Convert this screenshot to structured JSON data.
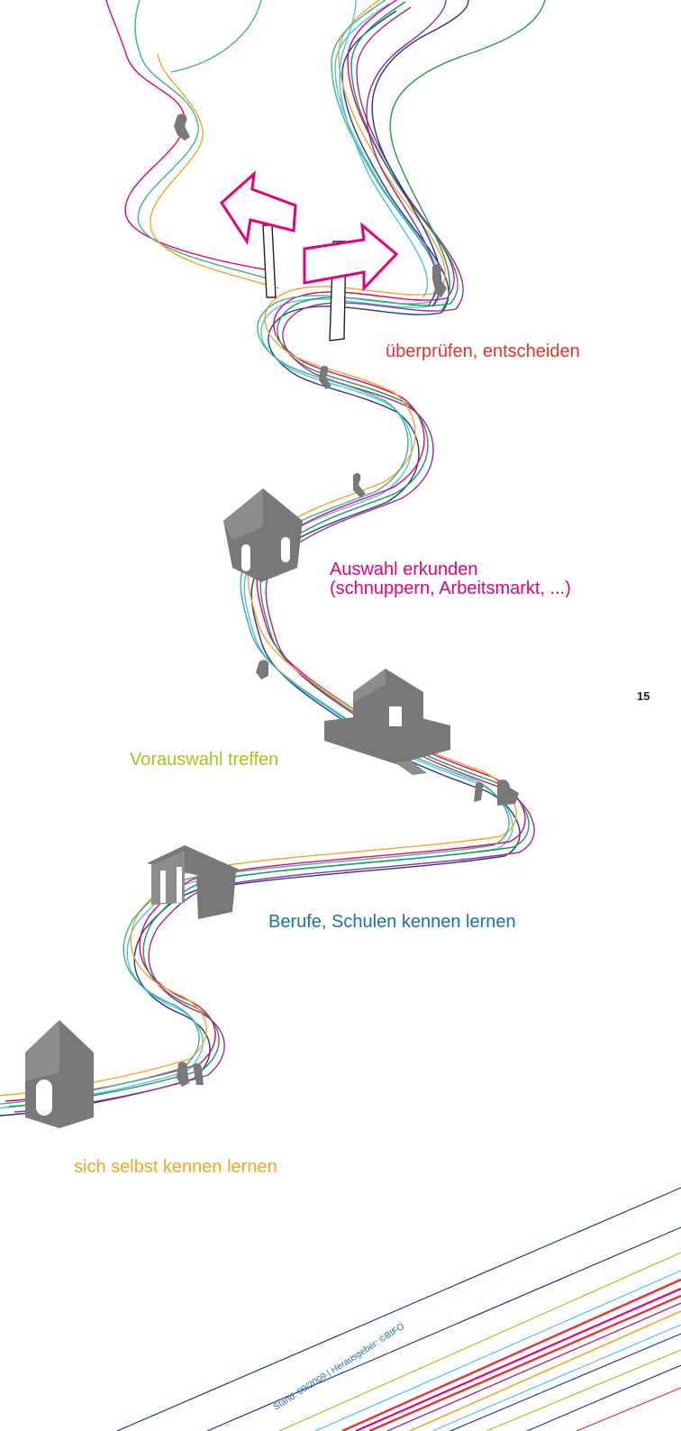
{
  "colors": {
    "orange": "#f5a623",
    "magenta": "#e5007e",
    "green": "#1e9a4a",
    "cyan": "#4cc3e8",
    "navy": "#1f3a93",
    "purple": "#9b2a9b",
    "seagreen": "#3fb38a",
    "red": "#e3342f",
    "lime": "#a8c41a",
    "blue": "#1b6fb5",
    "gray": "#787878"
  },
  "labels": {
    "step_check_decide": "überprüfen, entscheiden",
    "step_explore_line1": "Auswahl erkunden",
    "step_explore_line2": "(schnuppern, Arbeitsmarkt, ...)",
    "step_preselect": "Vorauswahl treffen",
    "step_know_jobs": "Berufe, Schulen kennen lernen",
    "step_know_self": "sich selbst kennen lernen"
  },
  "page_number": "15",
  "footer": {
    "credit": "Stand: 09/2009 | Herausgeber: ©BIFO"
  },
  "icons": {
    "signpost": "signpost-icon",
    "house": "house-icon",
    "person": "person-icon"
  }
}
